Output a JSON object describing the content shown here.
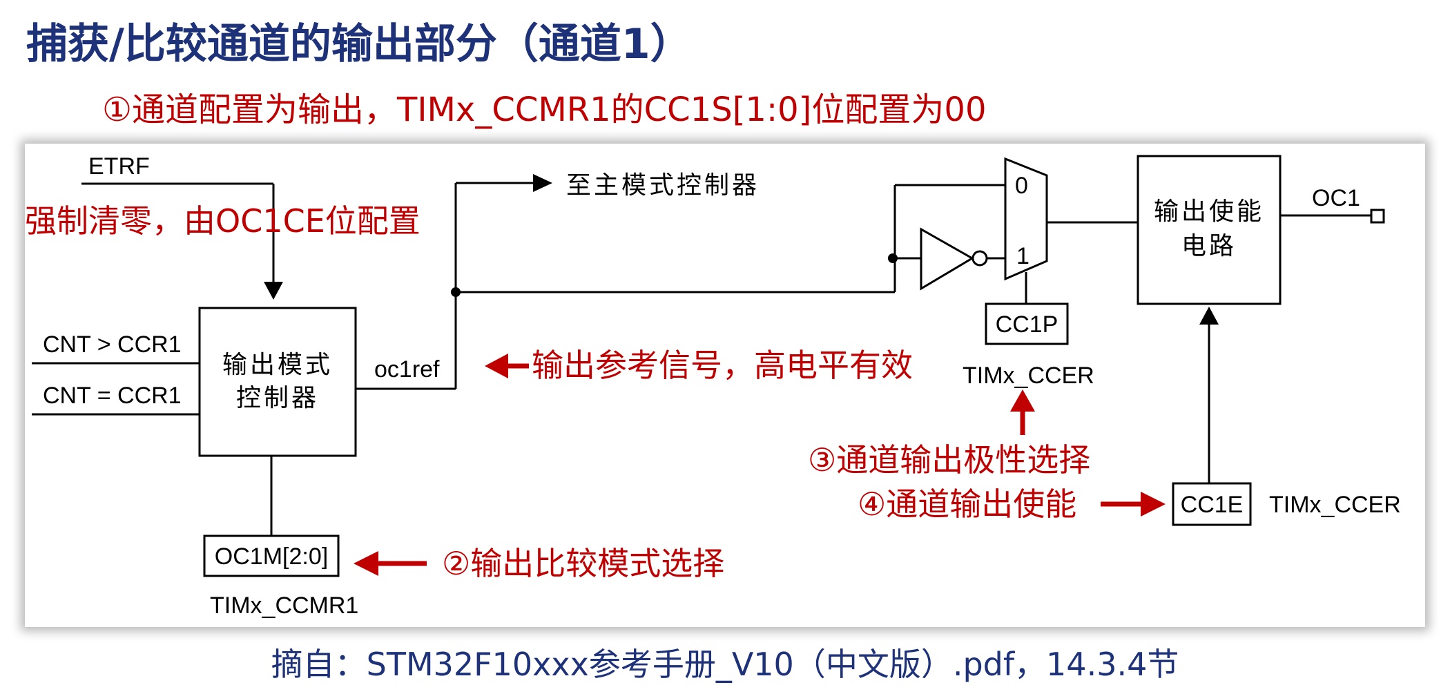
{
  "title": "捕获/比较通道的输出部分（通道1）",
  "step1": "①通道配置为输出，TIMx_CCMR1的CC1S[1:0]位配置为00",
  "footer": "摘自：STM32F10xxx参考手册_V10（中文版）.pdf，14.3.4节",
  "colors": {
    "title": "#1d3278",
    "annotation": "#c00000",
    "line": "#000000"
  },
  "diagram": {
    "inputs": {
      "etrf": "ETRF",
      "cnt_gt": "CNT > CCR1",
      "cnt_eq": "CNT = CCR1"
    },
    "mode_controller": {
      "line1": "输出模式",
      "line2": "控制器"
    },
    "oc1ref": "oc1ref",
    "master_mode": "至主模式控制器",
    "mux": {
      "in0": "0",
      "in1": "1"
    },
    "cc1p": "CC1P",
    "ccer_top": "TIMx_CCER",
    "output_enable": {
      "line1": "输出使能",
      "line2": "电路"
    },
    "oc1": "OC1",
    "cc1e": "CC1E",
    "ccer_right": "TIMx_CCER",
    "oc1m": "OC1M[2:0]",
    "ccmr1": "TIMx_CCMR1"
  },
  "annotations": {
    "force_clear": "强制清零，由OC1CE位配置",
    "ref_signal": "输出参考信号，高电平有效",
    "polarity": "③通道输出极性选择",
    "enable": "④通道输出使能",
    "compare_mode": "②输出比较模式选择"
  }
}
